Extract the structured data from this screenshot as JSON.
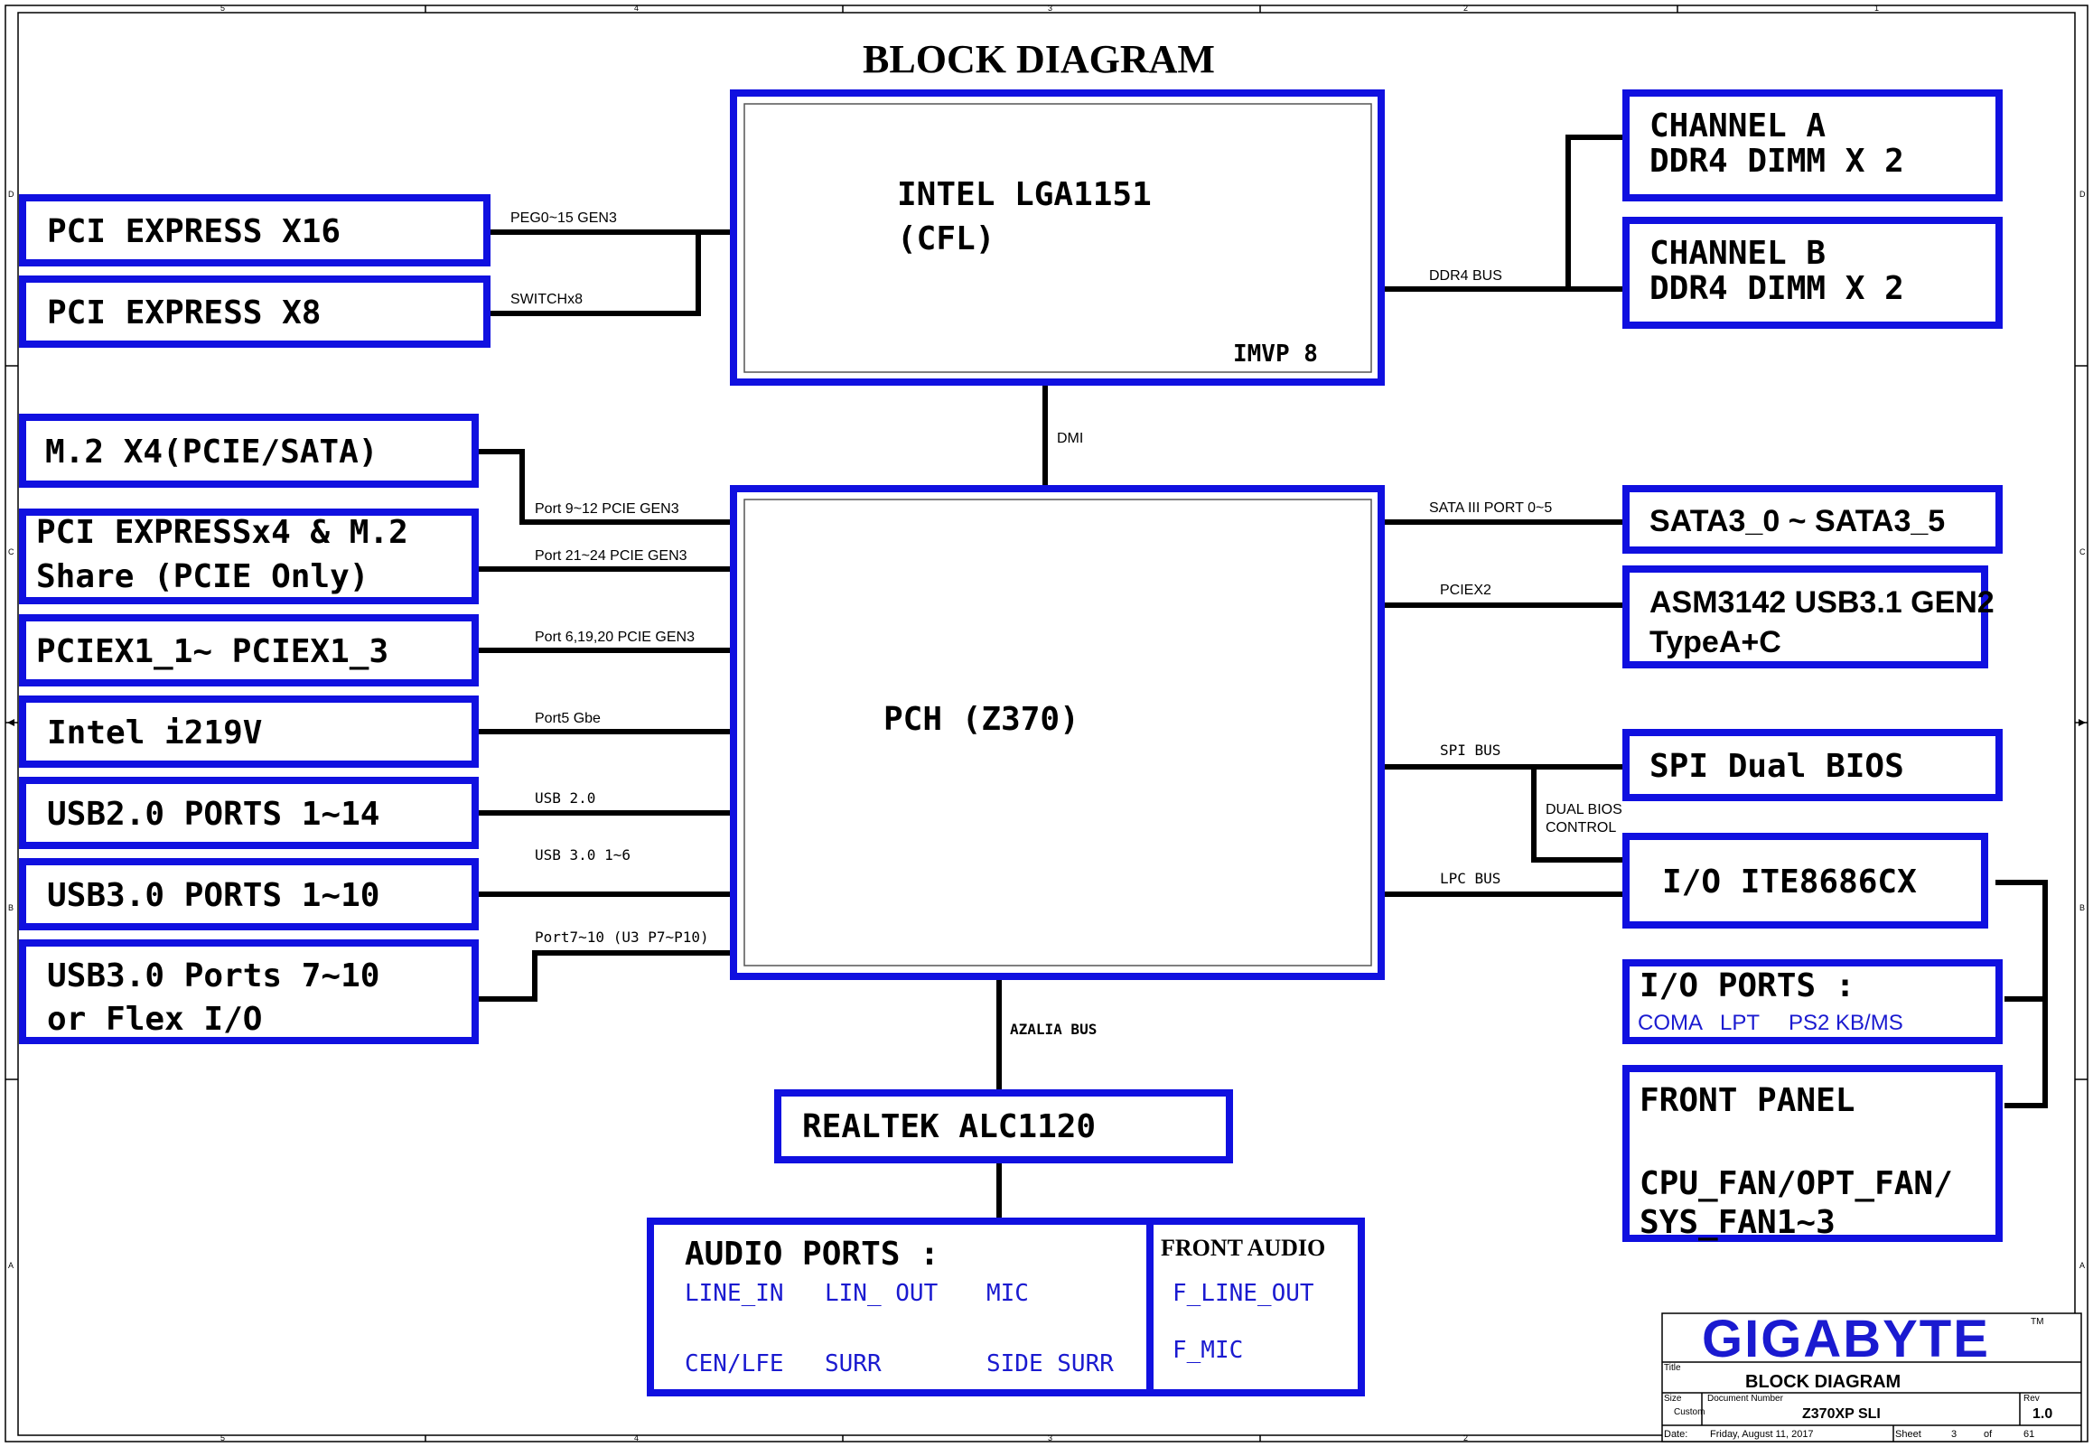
{
  "title": "BLOCK DIAGRAM",
  "cpu": {
    "line1": "INTEL LGA1151",
    "line2": "(CFL)",
    "vr": "IMVP 8"
  },
  "pch": {
    "label": "PCH (Z370)"
  },
  "left_top": [
    {
      "label": "PCI EXPRESS X16",
      "bus": "PEG0~15 GEN3"
    },
    {
      "label": "PCI EXPRESS X8",
      "bus": "SWITCHx8"
    }
  ],
  "dimm": [
    {
      "line1": "CHANNEL A",
      "line2": "DDR4  DIMM X 2"
    },
    {
      "line1": "CHANNEL B",
      "line2": "DDR4 DIMM X 2"
    }
  ],
  "ddr_bus": "DDR4 BUS",
  "dmi": "DMI",
  "left_pch": [
    {
      "line1": "M.2 X4(PCIE/SATA)",
      "line2": "",
      "bus": "Port 9~12  PCIE GEN3"
    },
    {
      "line1": "PCI EXPRESSx4 & M.2",
      "line2": "Share (PCIE Only)",
      "bus": "Port 21~24 PCIE GEN3"
    },
    {
      "line1": "PCIEX1_1~ PCIEX1_3",
      "line2": "",
      "bus": "Port 6,19,20 PCIE GEN3"
    },
    {
      "line1": "Intel i219V",
      "line2": "",
      "bus": "Port5 Gbe"
    },
    {
      "line1": "USB2.0 PORTS 1~14",
      "line2": "",
      "bus": "USB 2.0"
    },
    {
      "line1": "USB3.0 PORTS 1~10",
      "line2": "",
      "bus": "USB 3.0 1~6"
    },
    {
      "line1": "USB3.0 Ports 7~10",
      "line2": "or Flex I/O",
      "bus": "Port7~10 (U3 P7~P10)"
    }
  ],
  "right_pch": {
    "sata": {
      "label": "SATA3_0 ~ SATA3_5",
      "bus": "SATA III PORT 0~5"
    },
    "asm": {
      "line1": "ASM3142 USB3.1 GEN2",
      "line2": "TypeA+C",
      "bus": "PCIEX2"
    },
    "spi": {
      "label": "SPI Dual BIOS",
      "bus": "SPI BUS"
    },
    "dual_bios": [
      "DUAL BIOS",
      "CONTROL"
    ],
    "io": {
      "label": "I/O ITE8686CX",
      "bus": "LPC BUS"
    }
  },
  "io_ports": {
    "title": "I/O PORTS :",
    "items": [
      "COMA",
      "LPT",
      "PS2 KB/MS"
    ]
  },
  "front_panel": {
    "line1": "FRONT PANEL",
    "line2": "CPU_FAN/OPT_FAN/",
    "line3": "SYS_FAN1~3"
  },
  "azalia": "AZALIA BUS",
  "codec": "REALTEK ALC1120",
  "audio_ports": {
    "title": "AUDIO PORTS :",
    "row1": [
      "LINE_IN",
      "LIN_ OUT",
      "MIC"
    ],
    "row2": [
      "CEN/LFE",
      "SURR",
      "SIDE SURR"
    ]
  },
  "front_audio": {
    "title": "FRONT AUDIO",
    "items": [
      "F_LINE_OUT",
      "F_MIC"
    ]
  },
  "title_block": {
    "logo": "GIGABYTE",
    "tm": "TM",
    "title_label": "Title",
    "title": "BLOCK DIAGRAM",
    "size_label": "Size",
    "size": "Custom",
    "docnum_label": "Document Number",
    "docnum": "Z370XP SLI",
    "rev_label": "Rev",
    "rev": "1.0",
    "date_label": "Date:",
    "date": "Friday, August 11, 2017",
    "sheet_label": "Sheet",
    "sheet": "3",
    "of_label": "of",
    "of": "61"
  },
  "frame": {
    "top": [
      "5",
      "4",
      "3",
      "2",
      "1"
    ],
    "bottom": [
      "5",
      "4",
      "3",
      "2",
      "1"
    ],
    "left": [
      "D",
      "C",
      "B",
      "A"
    ],
    "right": [
      "D",
      "C",
      "B",
      "A"
    ]
  }
}
